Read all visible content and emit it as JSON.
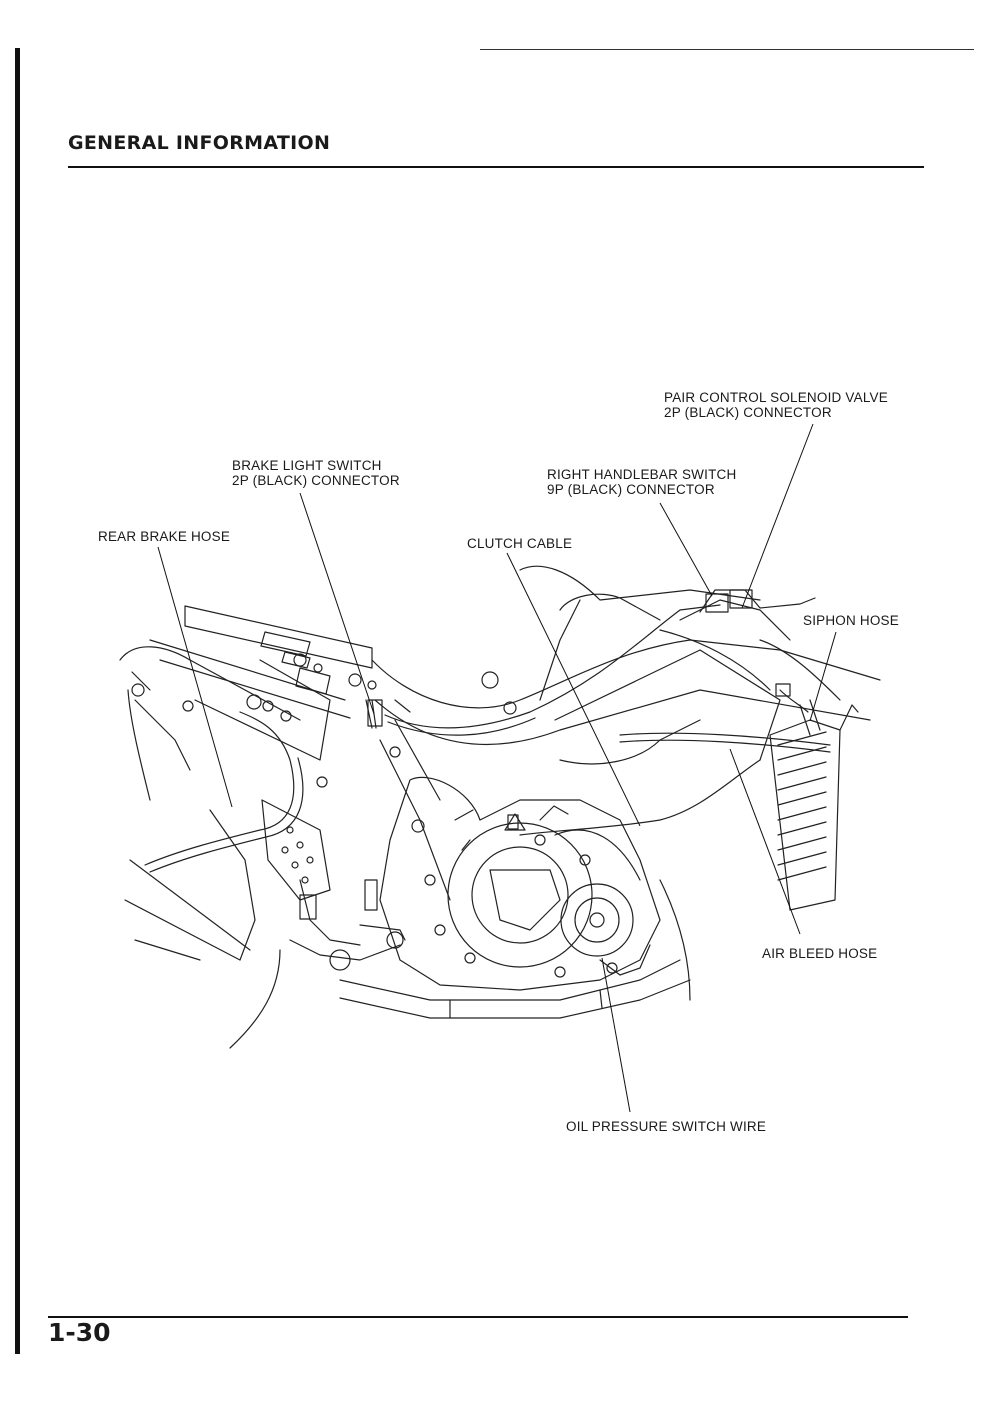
{
  "header": {
    "title": "GENERAL INFORMATION"
  },
  "callouts": {
    "pair_control_solenoid": [
      "PAIR CONTROL SOLENOID VALVE",
      "2P (BLACK) CONNECTOR"
    ],
    "brake_light_switch": [
      "BRAKE LIGHT SWITCH",
      "2P (BLACK) CONNECTOR"
    ],
    "right_handlebar_switch": [
      "RIGHT HANDLEBAR SWITCH",
      "9P (BLACK) CONNECTOR"
    ],
    "rear_brake_hose": "REAR BRAKE HOSE",
    "clutch_cable": "CLUTCH CABLE",
    "siphon_hose": "SIPHON HOSE",
    "air_bleed_hose": "AIR BLEED HOSE",
    "oil_pressure_switch_wire": "OIL PRESSURE SWITCH WIRE"
  },
  "footer": {
    "page_number": "1-30"
  }
}
